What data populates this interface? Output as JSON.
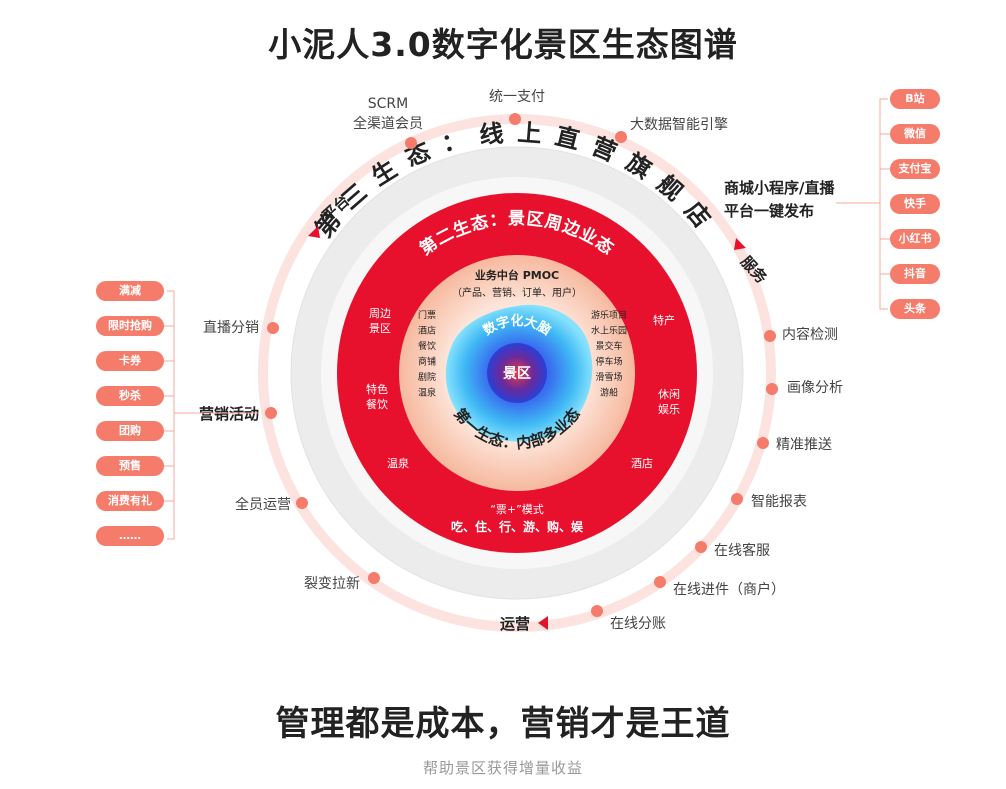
{
  "title": "小泥人3.0数字化景区生态图谱",
  "slogan": "管理都是成本，营销才是王道",
  "subtitle": "帮助景区获得增量收益",
  "colors": {
    "red": "#e8112d",
    "pill": "#f57b6a",
    "ring_light": "#fde3df",
    "ring_gray": "#ececec"
  },
  "center": {
    "ring1": "数字化大脑",
    "core": "景区"
  },
  "first_ecosystem": {
    "label": "第一生态：内部多业态",
    "hub_title": "业务中台 PMOC",
    "hub_sub": "（产品、营销、订单、用户）",
    "left_col": [
      "门票",
      "酒店",
      "餐饮",
      "商铺",
      "剧院",
      "温泉"
    ],
    "right_col": [
      "游乐项目",
      "水上乐园",
      "景交车",
      "停车场",
      "滑雪场",
      "游船"
    ],
    "model_title": "“票+”模式",
    "model_items": "吃、住、行、游、购、娱"
  },
  "second_ecosystem": {
    "label": "第二生态：景区周边业态",
    "items": {
      "a": "周边\n景区",
      "b": "特产",
      "c": "特色\n餐饮",
      "d": "休闲\n娱乐",
      "e": "温泉",
      "f": "酒店"
    }
  },
  "third_ecosystem": {
    "label": "第三生态：线上直营旗舰店"
  },
  "arcs": {
    "platform": "平台",
    "service": "服务",
    "operation": "运营"
  },
  "outer_nodes": {
    "scrm1": "SCRM",
    "scrm2": "全渠道会员",
    "pay": "统一支付",
    "bigdata": "大数据智能引擎",
    "publish1": "商城小程序/直播",
    "publish2": "平台一键发布",
    "live": "直播分销",
    "campaign": "营销活动",
    "staff": "全员运营",
    "fission": "裂变拉新",
    "content": "内容检测",
    "image": "画像分析",
    "push": "精准推送",
    "report": "智能报表",
    "cs": "在线客服",
    "stock": "在线进件（商户）",
    "split": "在线分账"
  },
  "left_pills": [
    "满减",
    "限时抢购",
    "卡券",
    "秒杀",
    "团购",
    "预售",
    "消费有礼",
    "……"
  ],
  "right_pills": [
    "B站",
    "微信",
    "支付宝",
    "快手",
    "小红书",
    "抖音",
    "头条"
  ]
}
